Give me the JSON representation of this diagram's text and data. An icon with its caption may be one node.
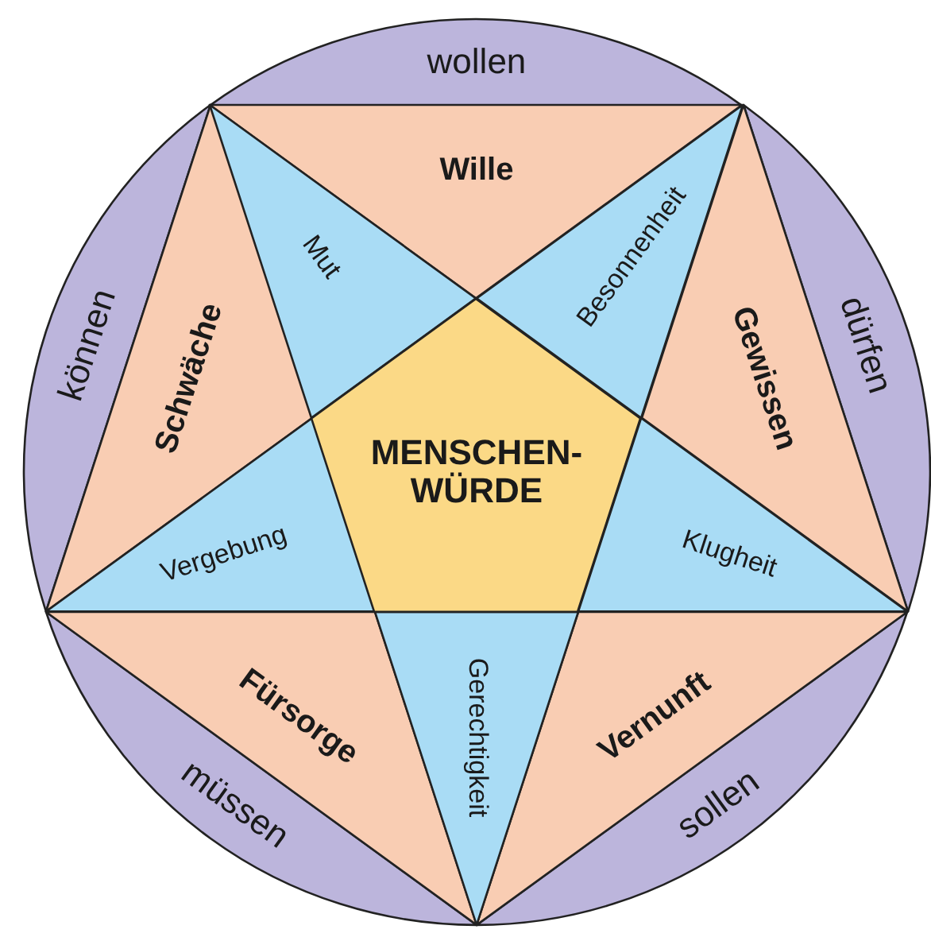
{
  "diagram": {
    "nodes": [
      {
        "text": [
          "wollen"
        ]
      },
      {
        "text": [
          "Wille"
        ]
      },
      {
        "text": [
          "Mut"
        ]
      },
      {
        "text": [
          "Besonnenheit"
        ]
      },
      {
        "text": [
          "können"
        ]
      },
      {
        "text": [
          "Schwäche"
        ]
      },
      {
        "text": [
          "dürfen"
        ]
      },
      {
        "text": [
          "Gewissen"
        ]
      },
      {
        "text": [
          "MENSCHEN-WÜRDE"
        ]
      },
      {
        "text": [
          "Vergebung"
        ]
      },
      {
        "text": [
          "Klugheit"
        ]
      },
      {
        "text": [
          "Gerechtigkeit"
        ]
      },
      {
        "text": [
          "Fürsorge"
        ]
      },
      {
        "text": [
          "Vernunft"
        ]
      },
      {
        "text": [
          "müssen"
        ]
      },
      {
        "text": [
          "sollen"
        ]
      }
    ]
  }
}
